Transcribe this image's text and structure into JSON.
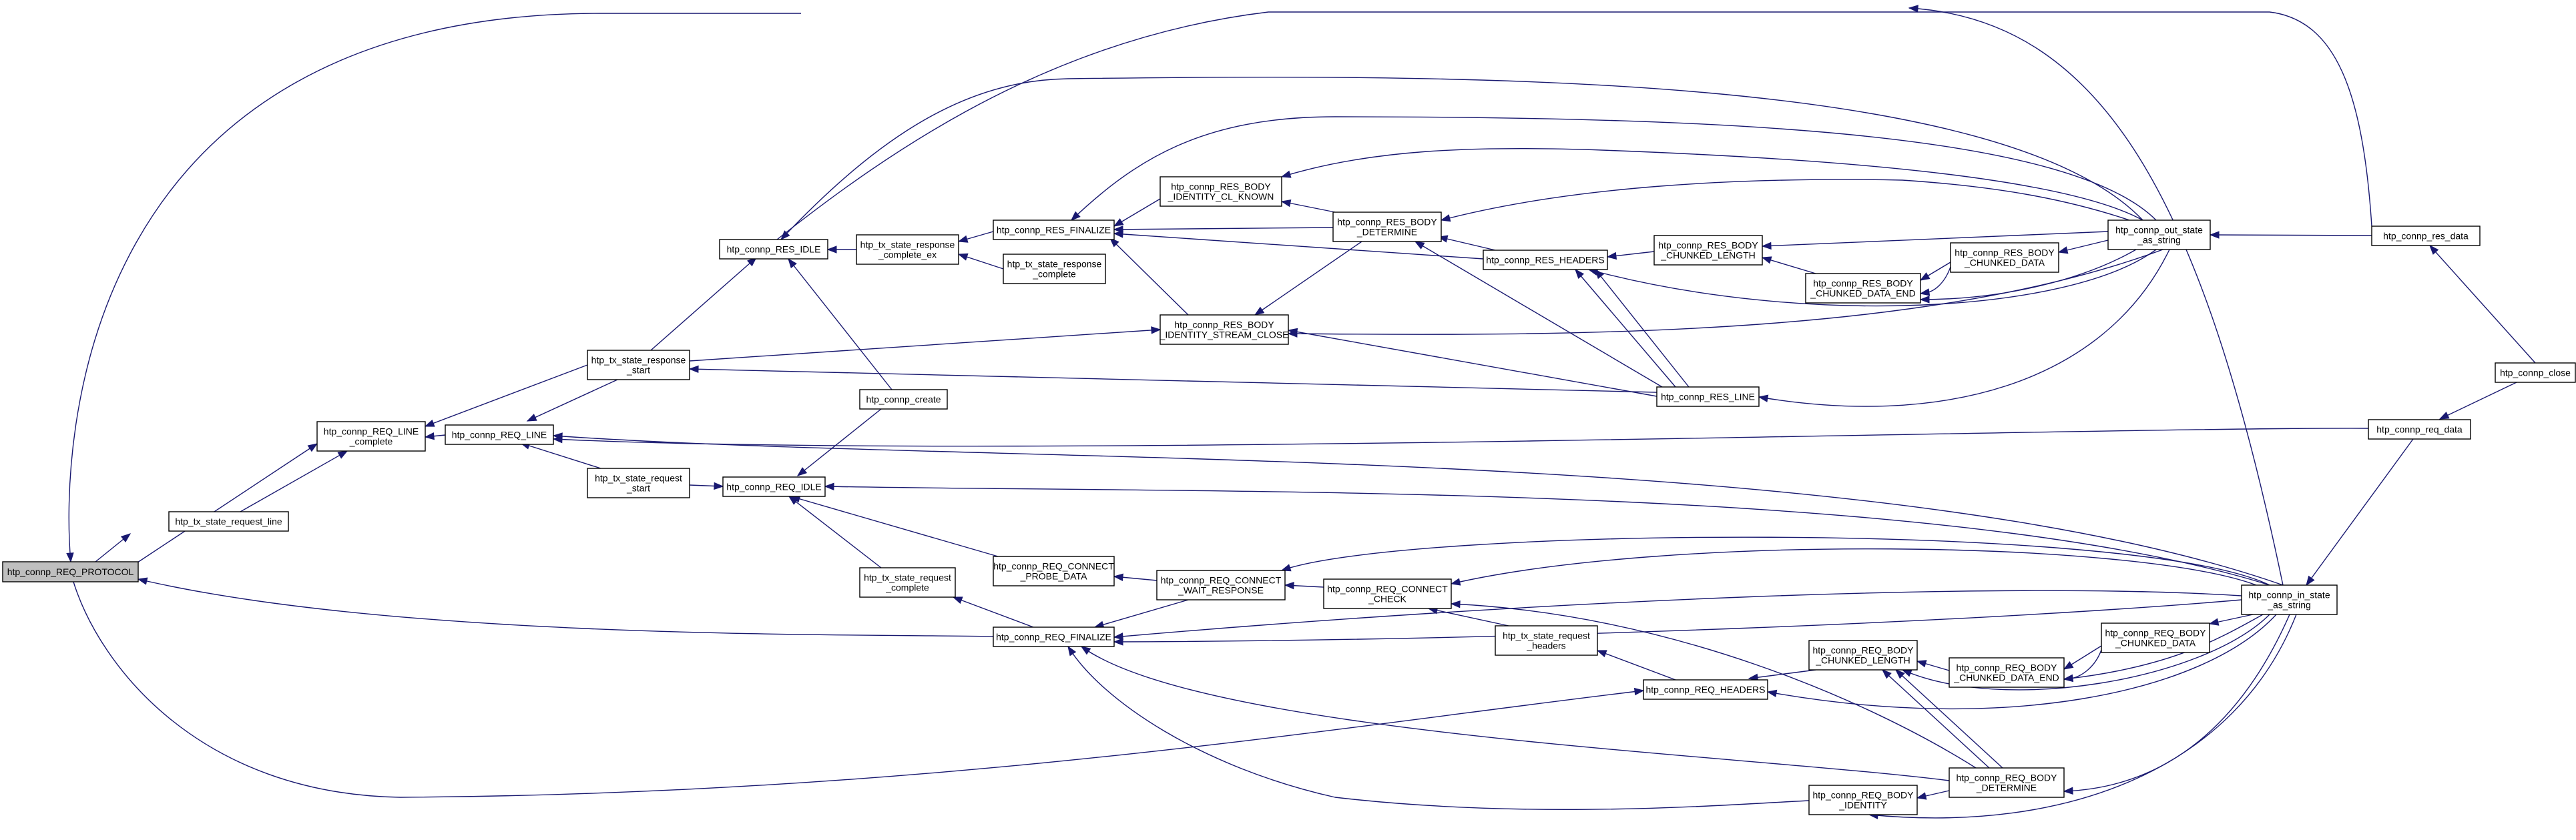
{
  "diagram": {
    "nodes": {
      "REQ_PROTOCOL": [
        "htp_connp_REQ_PROTOCOL"
      ],
      "tx_req_line": [
        "htp_tx_state_request_line"
      ],
      "REQ_LINE_complete": [
        "htp_connp_REQ_LINE",
        "_complete"
      ],
      "REQ_LINE": [
        "htp_connp_REQ_LINE"
      ],
      "tx_resp_start": [
        "htp_tx_state_response",
        "_start"
      ],
      "tx_req_start": [
        "htp_tx_state_request",
        "_start"
      ],
      "RES_IDLE": [
        "htp_connp_RES_IDLE"
      ],
      "create": [
        "htp_connp_create"
      ],
      "REQ_IDLE": [
        "htp_connp_REQ_IDLE"
      ],
      "tx_req_complete": [
        "htp_tx_state_request",
        "_complete"
      ],
      "tx_resp_complete_ex": [
        "htp_tx_state_response",
        "_complete_ex"
      ],
      "tx_resp_complete": [
        "htp_tx_state_response",
        "_complete"
      ],
      "RES_FINALIZE": [
        "htp_connp_RES_FINALIZE"
      ],
      "REQ_CONNECT_PROBE": [
        "htp_connp_REQ_CONNECT",
        "_PROBE_DATA"
      ],
      "REQ_FINALIZE": [
        "htp_connp_REQ_FINALIZE"
      ],
      "RES_BODY_ID_CL": [
        "htp_connp_RES_BODY",
        "_IDENTITY_CL_KNOWN"
      ],
      "RES_BODY_ID_STREAM": [
        "htp_connp_RES_BODY",
        "_IDENTITY_STREAM_CLOSE"
      ],
      "REQ_CONNECT_WAIT": [
        "htp_connp_REQ_CONNECT",
        "_WAIT_RESPONSE"
      ],
      "RES_BODY_DETERMINE": [
        "htp_connp_RES_BODY",
        "_DETERMINE"
      ],
      "REQ_CONNECT_CHECK": [
        "htp_connp_REQ_CONNECT",
        "_CHECK"
      ],
      "RES_HEADERS": [
        "htp_connp_RES_HEADERS"
      ],
      "tx_req_headers": [
        "htp_tx_state_request",
        "_headers"
      ],
      "RES_CHUNKED_LEN": [
        "htp_connp_RES_BODY",
        "_CHUNKED_LENGTH"
      ],
      "RES_LINE": [
        "htp_connp_RES_LINE"
      ],
      "REQ_HEADERS": [
        "htp_connp_REQ_HEADERS"
      ],
      "REQ_CHUNKED_LEN": [
        "htp_connp_REQ_BODY",
        "_CHUNKED_LENGTH"
      ],
      "REQ_BODY_IDENTITY": [
        "htp_connp_REQ_BODY",
        "_IDENTITY"
      ],
      "RES_CHUNKED_END": [
        "htp_connp_RES_BODY",
        "_CHUNKED_DATA_END"
      ],
      "RES_CHUNKED_DATA": [
        "htp_connp_RES_BODY",
        "_CHUNKED_DATA"
      ],
      "REQ_CHUNKED_END": [
        "htp_connp_REQ_BODY",
        "_CHUNKED_DATA_END"
      ],
      "REQ_BODY_DETERMINE": [
        "htp_connp_REQ_BODY",
        "_DETERMINE"
      ],
      "REQ_CHUNKED_DATA": [
        "htp_connp_REQ_BODY",
        "_CHUNKED_DATA"
      ],
      "out_state": [
        "htp_connp_out_state",
        "_as_string"
      ],
      "in_state": [
        "htp_connp_in_state",
        "_as_string"
      ],
      "res_data": [
        "htp_connp_res_data"
      ],
      "req_data": [
        "htp_connp_req_data"
      ],
      "close": [
        "htp_connp_close"
      ]
    }
  }
}
